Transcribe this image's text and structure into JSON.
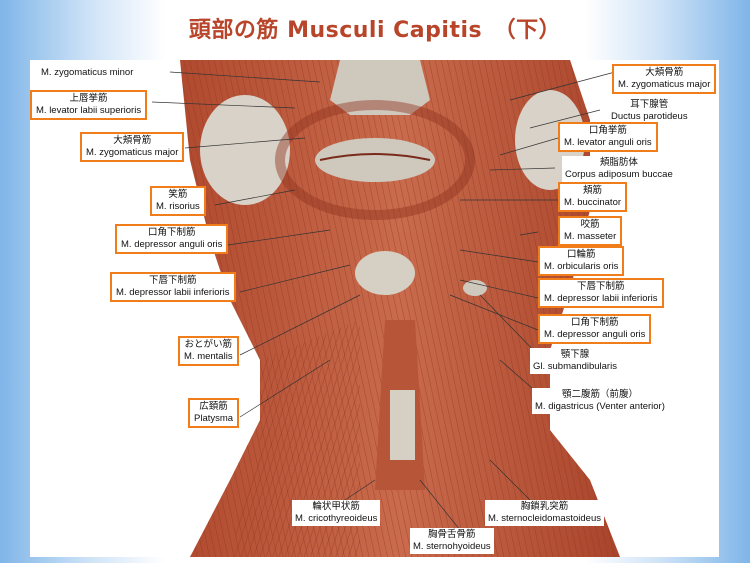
{
  "title": "頭部の筋  Musculi Capitis　（下）",
  "colors": {
    "title": "#b8452a",
    "box_border": "#f07d1a",
    "background_gradient": "#7fb5e8"
  },
  "labels": {
    "zygomaticus_minor": {
      "en": "M. zygomaticus minor"
    },
    "levator_labii_superioris": {
      "jp": "上唇挙筋",
      "en": "M. levator labii superioris"
    },
    "zygomaticus_major_left": {
      "jp": "大頬骨筋",
      "en": "M. zygomaticus major"
    },
    "risorius": {
      "jp": "笑筋",
      "en": "M. risorius"
    },
    "depressor_anguli_left": {
      "jp": "口角下制筋",
      "en": "M. depressor anguli oris"
    },
    "depressor_labii_left": {
      "jp": "下唇下制筋",
      "en": "M. depressor labii inferioris"
    },
    "mentalis": {
      "jp": "おとがい筋",
      "en": "M. mentalis"
    },
    "platysma": {
      "jp": "広頚筋",
      "en": "Platysma"
    },
    "zygomaticus_major_right": {
      "jp": "大頬骨筋",
      "en": "M. zygomaticus major"
    },
    "ductus_parotideus": {
      "jp": "耳下腺管",
      "en": "Ductus parotideus"
    },
    "levator_anguli": {
      "jp": "口角挙筋",
      "en": "M. levator anguli oris"
    },
    "corpus_adiposum": {
      "jp": "頬脂肪体",
      "en": "Corpus adiposum buccae"
    },
    "buccinator": {
      "jp": "頬筋",
      "en": "M. buccinator"
    },
    "masseter": {
      "jp": "咬筋",
      "en": "M. masseter"
    },
    "orbicularis": {
      "jp": "口輪筋",
      "en": "M. orbicularis oris"
    },
    "depressor_labii_right": {
      "jp": "下唇下制筋",
      "en": "M. depressor labii inferioris"
    },
    "depressor_anguli_right": {
      "jp": "口角下制筋",
      "en": "M. depressor anguli oris"
    },
    "submandibularis": {
      "jp": "顎下腺",
      "en": "Gl. submandibularis"
    },
    "digastricus": {
      "jp": "顎二腹筋（前腹）",
      "en": "M. digastricus (Venter anterior)"
    },
    "cricothyreoideus": {
      "jp": "輪状甲状筋",
      "en": "M. cricothyreoideus"
    },
    "sternocleidomastoideus": {
      "jp": "胸鎖乳突筋",
      "en": "M. sternocleidomastoideus"
    },
    "sternohyoideus": {
      "jp": "胸骨舌骨筋",
      "en": "M. sternohyoideus"
    }
  }
}
